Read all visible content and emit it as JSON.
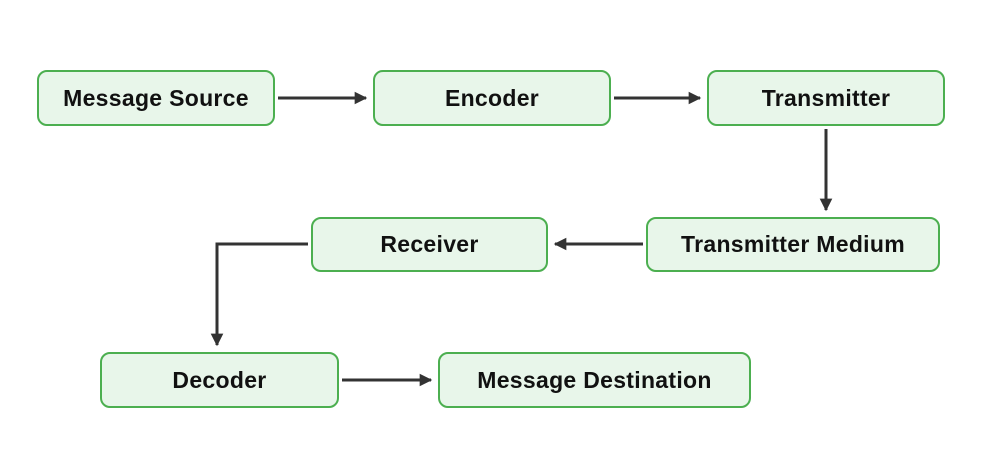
{
  "diagram": {
    "type": "flowchart",
    "background_color": "#ffffff",
    "node_fill_color": "#e8f6ea",
    "node_border_color": "#4caf50",
    "arrow_color": "#333333",
    "text_color": "#111111",
    "nodes": [
      {
        "id": "message-source",
        "label": "Message Source"
      },
      {
        "id": "encoder",
        "label": "Encoder"
      },
      {
        "id": "transmitter",
        "label": "Transmitter"
      },
      {
        "id": "transmitter-medium",
        "label": "Transmitter Medium"
      },
      {
        "id": "receiver",
        "label": "Receiver"
      },
      {
        "id": "decoder",
        "label": "Decoder"
      },
      {
        "id": "message-destination",
        "label": "Message Destination"
      }
    ],
    "edges": [
      {
        "from": "message-source",
        "to": "encoder",
        "direction": "right"
      },
      {
        "from": "encoder",
        "to": "transmitter",
        "direction": "right"
      },
      {
        "from": "transmitter",
        "to": "transmitter-medium",
        "direction": "down"
      },
      {
        "from": "transmitter-medium",
        "to": "receiver",
        "direction": "left"
      },
      {
        "from": "receiver",
        "to": "decoder",
        "direction": "elbow-left-down"
      },
      {
        "from": "decoder",
        "to": "message-destination",
        "direction": "right"
      }
    ]
  }
}
